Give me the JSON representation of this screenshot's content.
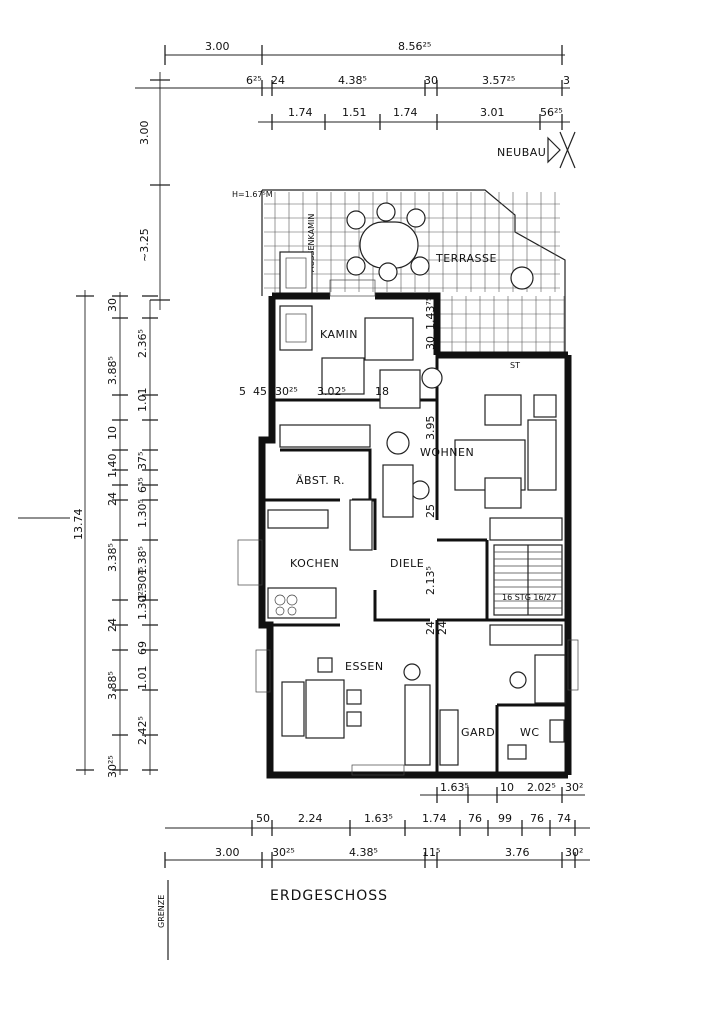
{
  "title": "ERDGESCHOSS",
  "boundary_label": "GRENZE",
  "neighbor_label": "NEUBAU",
  "height_note": "H=1.67⁵M",
  "rooms": {
    "terrasse": "TERRASSE",
    "aussenkamin": "AUSSENKAMIN",
    "kamin": "KAMIN",
    "wohnen": "WOHNEN",
    "abst": "ÄBST. R.",
    "kochen": "KOCHEN",
    "diele": "DIELE",
    "essen": "ESSEN",
    "gard": "GARD.",
    "wc": "WC"
  },
  "stair_note": "16 STG 16/27",
  "stair_st": "ST",
  "dims_top": {
    "row1": [
      "3.00",
      "8.56²⁵"
    ],
    "row2": [
      "6²⁵",
      "24",
      "4.38⁵",
      "30",
      "3.57²⁵",
      "3"
    ],
    "row3": [
      "1.74",
      "1.51",
      "1.74",
      "3.01",
      "56²⁵"
    ]
  },
  "dims_left_outer": [
    "3.00",
    "~3.25"
  ],
  "dims_left_main": "13.74",
  "dims_left_col2": [
    "30",
    "2.36⁵",
    "3.88⁵",
    "1.01",
    "10",
    "1.40",
    "24",
    "3.38⁵",
    "1.30²⁵",
    "24",
    "1.01",
    "3.88⁵",
    "2.42⁵",
    "30²⁵"
  ],
  "dims_left_col3": [
    "37⁵",
    "6³⁵",
    "1.30⁵",
    "1.38⁵",
    "1.30²⁵",
    "69"
  ],
  "dims_interior": [
    "5",
    "45",
    "30²⁵",
    "3.02⁵",
    "18",
    "3.95",
    "30",
    "1.43⁷⁵",
    "25",
    "2.13⁵",
    "24",
    "24"
  ],
  "dims_bottom": {
    "row1": [
      "1.63⁵",
      "10",
      "2.02⁵",
      "30²"
    ],
    "row2": [
      "50",
      "2.24",
      "1.63⁵",
      "1.74",
      "76",
      "99",
      "76",
      "74"
    ],
    "row3": [
      "3.00",
      "30²⁵",
      "4.38⁵",
      "11⁵",
      "3.76",
      "30²"
    ]
  }
}
